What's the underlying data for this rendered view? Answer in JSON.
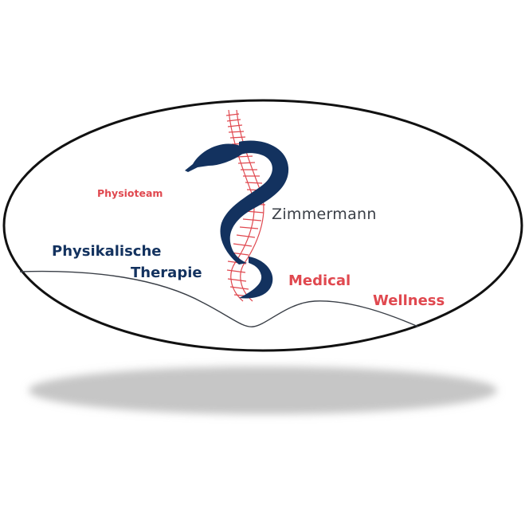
{
  "logo": {
    "tagline_top": "Physioteam",
    "name": "Zimmermann",
    "service_1_line_1": "Physikalische",
    "service_1_line_2": "Therapie",
    "service_2_line_1": "Medical",
    "service_2_line_2": "Wellness",
    "icons": [
      "serpent-icon",
      "spine-icon"
    ]
  },
  "colors": {
    "navy": "#13325f",
    "red": "#e0484f",
    "grey_text": "#3a3f47",
    "outline": "#111111",
    "shadow": "#c6c6c6"
  }
}
